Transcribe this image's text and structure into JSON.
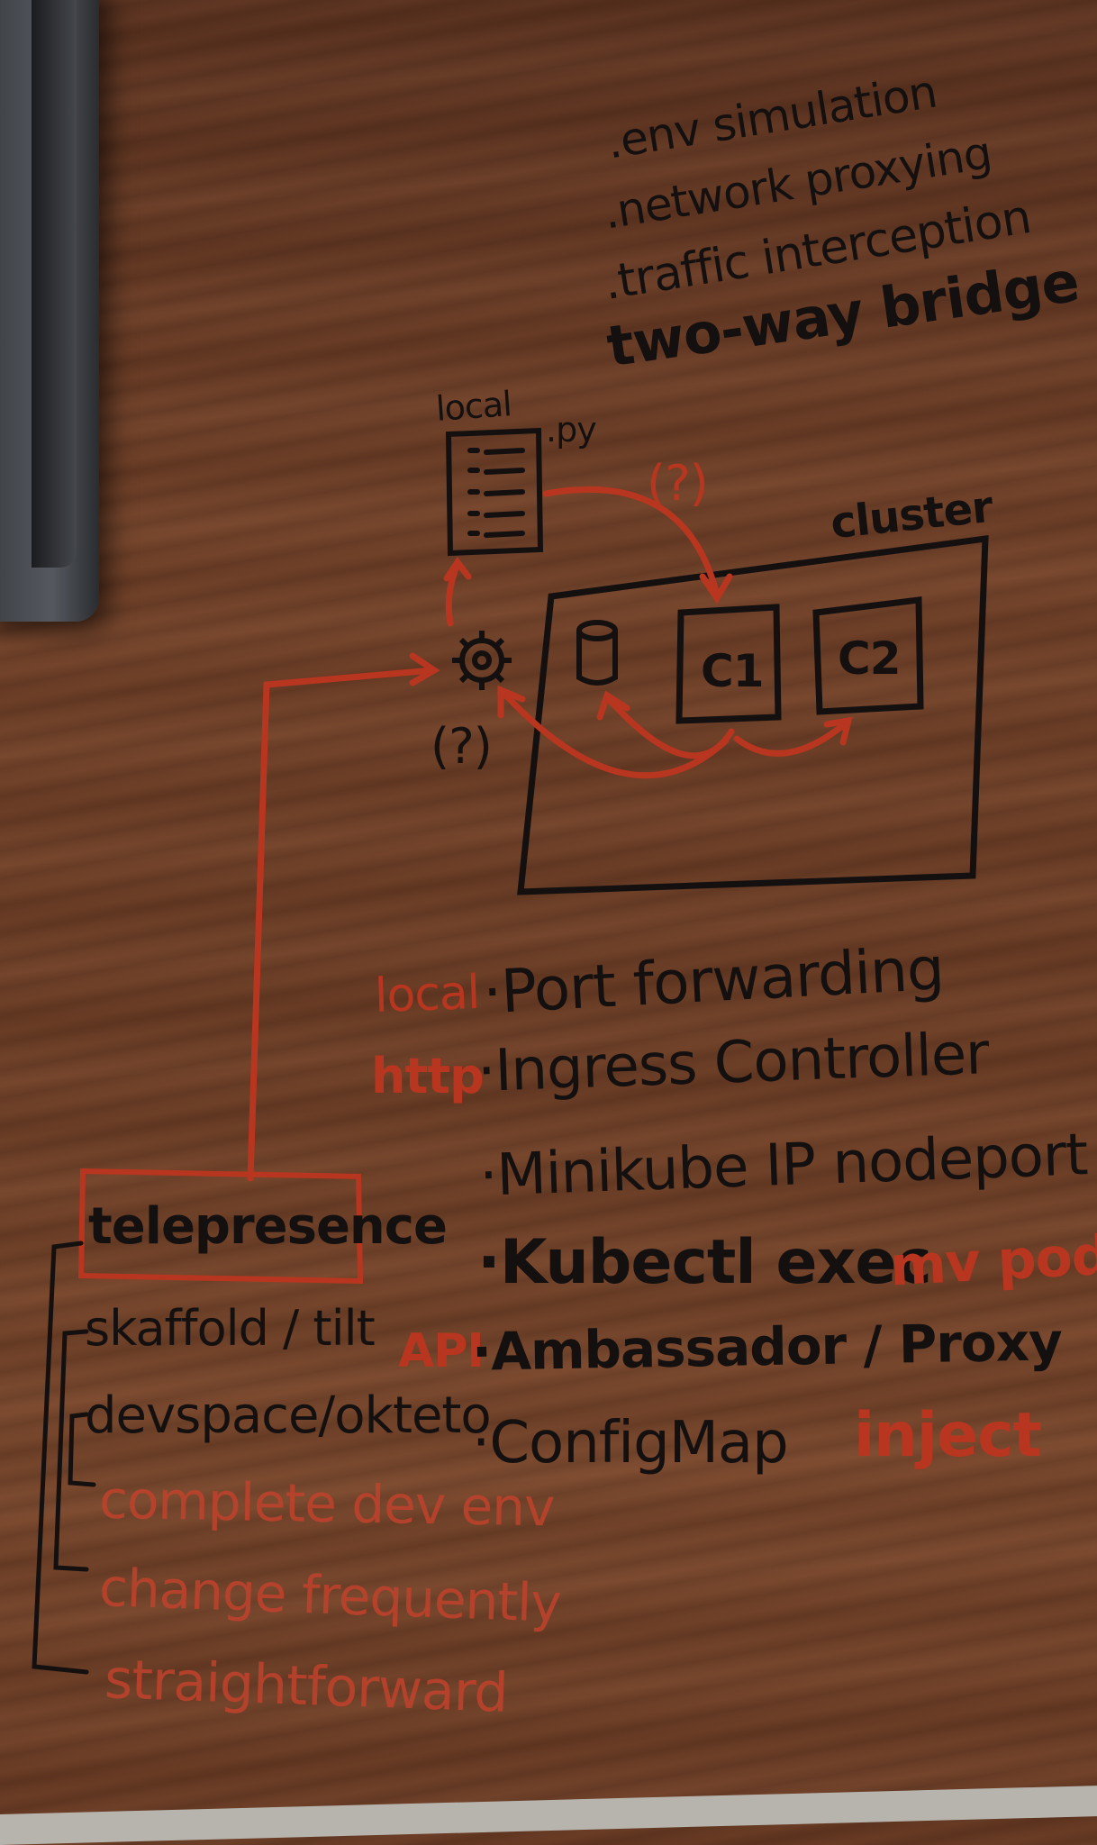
{
  "notes": {
    "top_list": [
      ".env simulation",
      ".network proxying",
      ".traffic interception",
      "two-way bridge"
    ],
    "diagram": {
      "local_label": "local",
      "file_ext": ".py",
      "question_top": "(?)",
      "question_left": "(?)",
      "cluster_label": "cluster",
      "container_1": "C1",
      "container_2": "C2"
    },
    "methods": [
      {
        "tag": "local",
        "text": "Port forwarding",
        "note": ""
      },
      {
        "tag": "http",
        "text": "Ingress Controller",
        "note": ""
      },
      {
        "tag": "",
        "text": "Minikube IP nodeport",
        "note": ""
      },
      {
        "tag": "",
        "text": "Kubectl exec",
        "note": "mv pod"
      },
      {
        "tag": "API",
        "text": "Ambassador / Proxy",
        "note": ""
      },
      {
        "tag": "",
        "text": "ConfigMap",
        "note": "inject"
      }
    ],
    "tools": [
      {
        "text": "telepresence",
        "color": "ink",
        "boxed": true
      },
      {
        "text": "skaffold / tilt",
        "color": "ink",
        "boxed": false
      },
      {
        "text": "devspace/okteto",
        "color": "ink",
        "boxed": false
      },
      {
        "text": "complete dev env",
        "color": "red",
        "boxed": false
      },
      {
        "text": "change frequently",
        "color": "red",
        "boxed": false
      },
      {
        "text": "straightforward",
        "color": "red",
        "boxed": false
      }
    ]
  },
  "colors": {
    "ink": "#141010",
    "red_marker": "#b8361f",
    "wood": "#6a3a22"
  }
}
